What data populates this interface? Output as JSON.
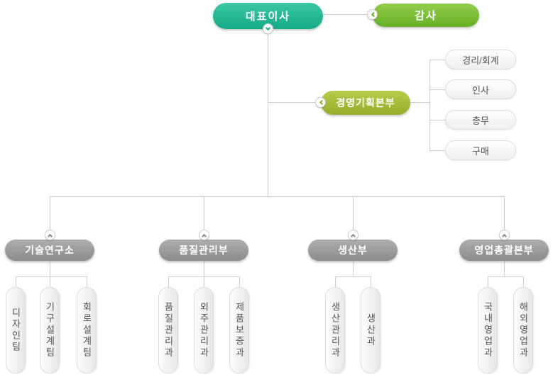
{
  "chart": {
    "ceo": {
      "label": "대표이사"
    },
    "audit": {
      "label": "감사"
    },
    "planning": {
      "label": "경영기획본부",
      "children": [
        {
          "label": "경리/회계"
        },
        {
          "label": "인사"
        },
        {
          "label": "총무"
        },
        {
          "label": "구매"
        }
      ]
    },
    "departments": [
      {
        "label": "기술연구소",
        "children": [
          {
            "label": "디자인팀"
          },
          {
            "label": "기구설계팀"
          },
          {
            "label": "회로설계팀"
          }
        ]
      },
      {
        "label": "품질관리부",
        "children": [
          {
            "label": "품질관리과"
          },
          {
            "label": "외주관리과"
          },
          {
            "label": "제품보증과"
          }
        ]
      },
      {
        "label": "생산부",
        "children": [
          {
            "label": "생산관리과"
          },
          {
            "label": "생산과"
          }
        ]
      },
      {
        "label": "영업총괄본부",
        "children": [
          {
            "label": "국내영업과"
          },
          {
            "label": "해외영업과"
          }
        ]
      }
    ]
  },
  "icons": {
    "ceo_toggle": "chevron-down",
    "audit_toggle": "chevron-left",
    "planning_toggle": "chevron-left",
    "dept_toggle": "chevron-up"
  },
  "colors": {
    "ceo_top": "#3cc7a3",
    "ceo_bottom": "#14ab86",
    "audit_top": "#94ce4c",
    "audit_bottom": "#67af25",
    "planning_top": "#b8cd4a",
    "planning_bottom": "#94ad27",
    "dept_top": "#aeaeae",
    "dept_bottom": "#8b8b8b",
    "line": "#cccccc",
    "leaf_border": "#dcdcdc",
    "leaf_text": "#555555"
  }
}
